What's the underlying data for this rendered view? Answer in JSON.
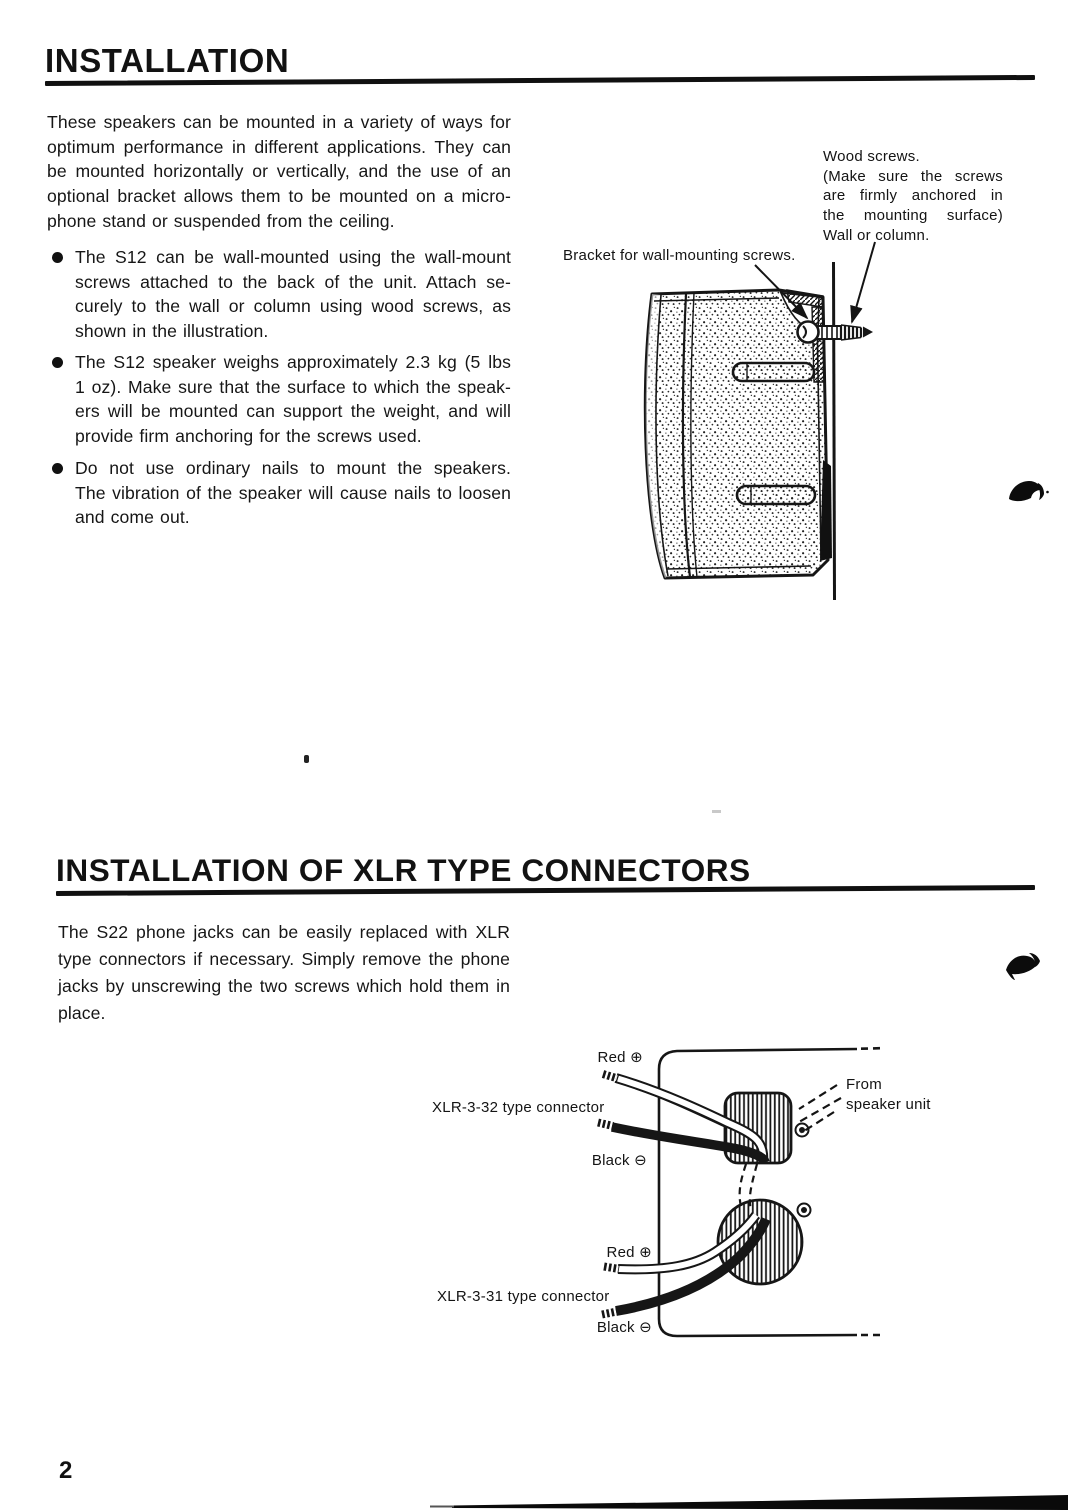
{
  "colors": {
    "ink": "#161616",
    "paper": "#ffffff"
  },
  "page_number": "2",
  "section1": {
    "title": "INSTALLATION",
    "intro_lines": [
      "These speakers can be mounted in a variety of ways for",
      "optimum performance in different applications. They can",
      "be mounted horizontally or vertically, and the use of an",
      "optional bracket allows them to be mounted on a micro-",
      "phone stand or suspended from the ceiling."
    ],
    "bullets": [
      {
        "lines": [
          "The S12 can be wall-mounted using the wall-mount",
          "screws attached to the back of the unit. Attach se-",
          "curely to the wall or column using wood screws, as",
          "shown in the illustration."
        ]
      },
      {
        "lines": [
          "The S12 speaker weighs approximately 2.3 kg (5 lbs",
          "1 oz). Make sure that the surface to which the speak-",
          "ers will be mounted can support the weight, and will",
          "provide firm anchoring for the screws used."
        ]
      },
      {
        "lines": [
          "Do not use ordinary nails to mount the speakers.",
          "The vibration of the speaker will cause nails to loosen",
          "and come out."
        ]
      }
    ],
    "figure": {
      "wood_note_lines": [
        "Wood screws.",
        "(Make sure the screws",
        "are firmly anchored in",
        "the mounting surface)",
        "Wall or column."
      ],
      "bracket_label": "Bracket for wall-mounting screws."
    }
  },
  "section2": {
    "title": "INSTALLATION OF XLR TYPE CONNECTORS",
    "intro_lines": [
      "The S22 phone jacks can be easily replaced with XLR",
      "type connectors if necessary. Simply remove the phone",
      "jacks by unscrewing the two screws which hold them in",
      "place."
    ],
    "figure": {
      "top_red": "Red ⊕",
      "top_name": "XLR-3-32 type connector",
      "top_black": "Black ⊖",
      "from_lines": [
        "From",
        "speaker unit"
      ],
      "bottom_red": "Red ⊕",
      "bottom_name": "XLR-3-31 type connector",
      "bottom_black": "Black ⊖"
    }
  }
}
